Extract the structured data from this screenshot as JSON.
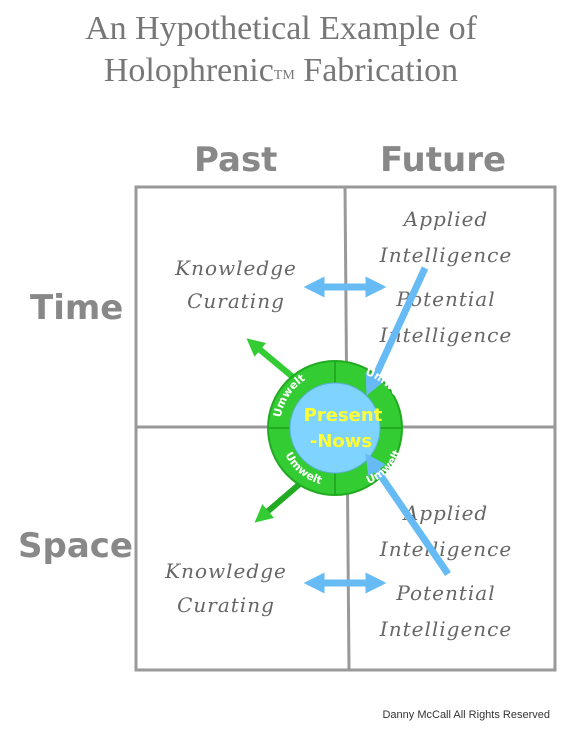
{
  "title": {
    "line1": "An Hypothetical Example of",
    "line2_prefix": "Holophrenic",
    "line2_mark": "TM",
    "line2_suffix": " Fabrication"
  },
  "columns": {
    "past": "Past",
    "future": "Future"
  },
  "rows": {
    "time": "Time",
    "space": "Space"
  },
  "quadrants": {
    "time_past": {
      "line1": "Knowledge",
      "line2": "Curating"
    },
    "time_future": {
      "applied_line1": "Applied",
      "applied_line2": "Intelligence",
      "potential_line1": "Potential",
      "potential_line2": "Intelligence"
    },
    "space_past": {
      "line1": "Knowledge",
      "line2": "Curating"
    },
    "space_future": {
      "applied_line1": "Applied",
      "applied_line2": "Intelligence",
      "potential_line1": "Potential",
      "potential_line2": "Intelligence"
    }
  },
  "center": {
    "line1": "Present",
    "line2": "-Nows",
    "ring_label": "Umwelt"
  },
  "colors": {
    "grid": "#999999",
    "green": "#33cc33",
    "green_dark": "#22aa22",
    "blue_arrow": "#66bbf5",
    "center_fill": "#7fd3ff",
    "center_text": "#ffff33"
  },
  "footer": "Danny McCall    All Rights Reserved"
}
